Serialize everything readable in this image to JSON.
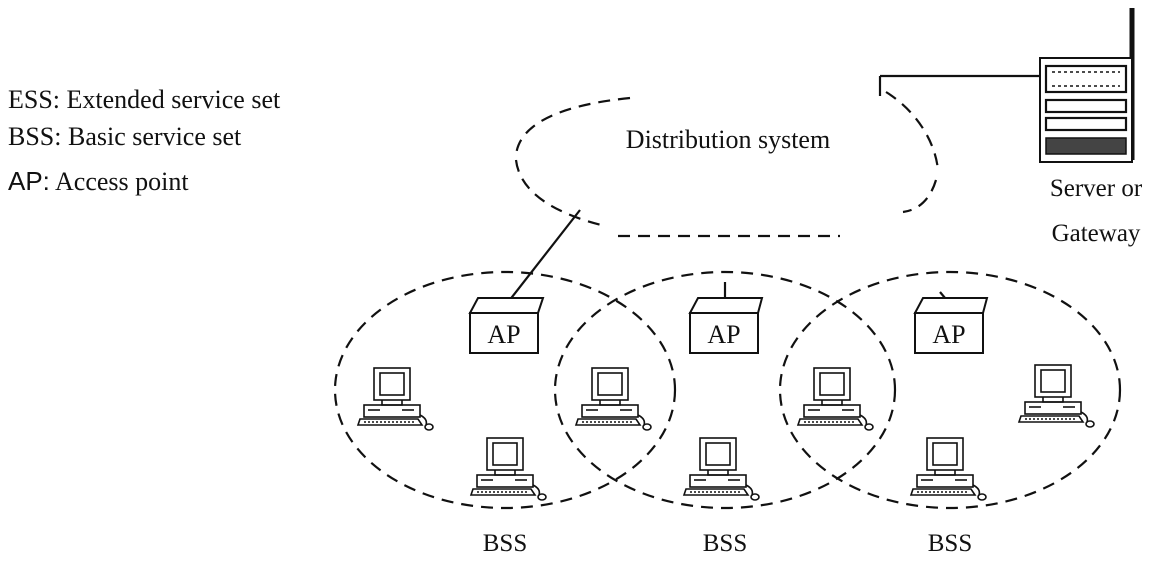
{
  "legend": {
    "ess": {
      "abbr": "ESS:",
      "text": "Extended service set"
    },
    "bss": {
      "abbr": "BSS:",
      "text": "Basic service set"
    },
    "ap": {
      "abbr": "AP:",
      "text": "Access point"
    }
  },
  "distribution_system": {
    "label": "Distribution system"
  },
  "server": {
    "line1": "Server or",
    "line2": "Gateway"
  },
  "cells": [
    {
      "ap_label": "AP",
      "bss_label": "BSS"
    },
    {
      "ap_label": "AP",
      "bss_label": "BSS"
    },
    {
      "ap_label": "AP",
      "bss_label": "BSS"
    }
  ]
}
